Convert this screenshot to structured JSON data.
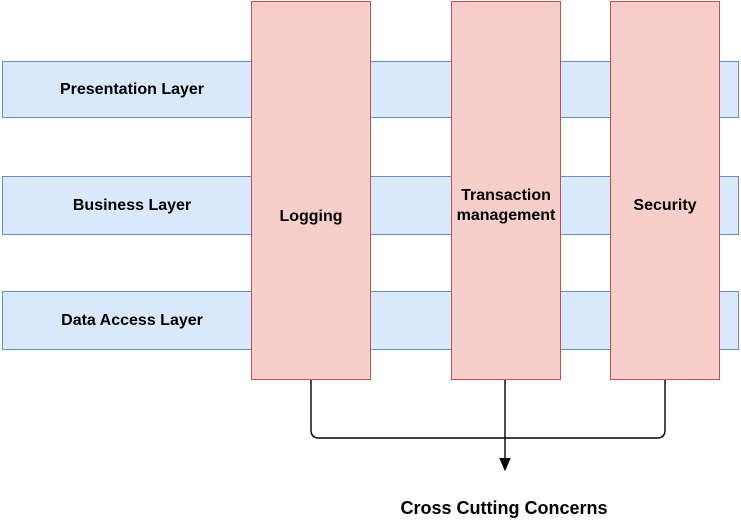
{
  "diagram": {
    "layers": [
      {
        "label": "Presentation Layer"
      },
      {
        "label": "Business Layer"
      },
      {
        "label": "Data Access Layer"
      }
    ],
    "concerns": [
      {
        "label": "Logging"
      },
      {
        "label": "Transaction management"
      },
      {
        "label": "Security"
      }
    ],
    "caption": "Cross Cutting Concerns",
    "colors": {
      "layer_fill": "#dae8fc",
      "layer_border": "#6c8ebf",
      "concern_fill": "#f8cecc",
      "concern_border": "#b85450",
      "line": "#000000",
      "text": "#000000"
    }
  }
}
